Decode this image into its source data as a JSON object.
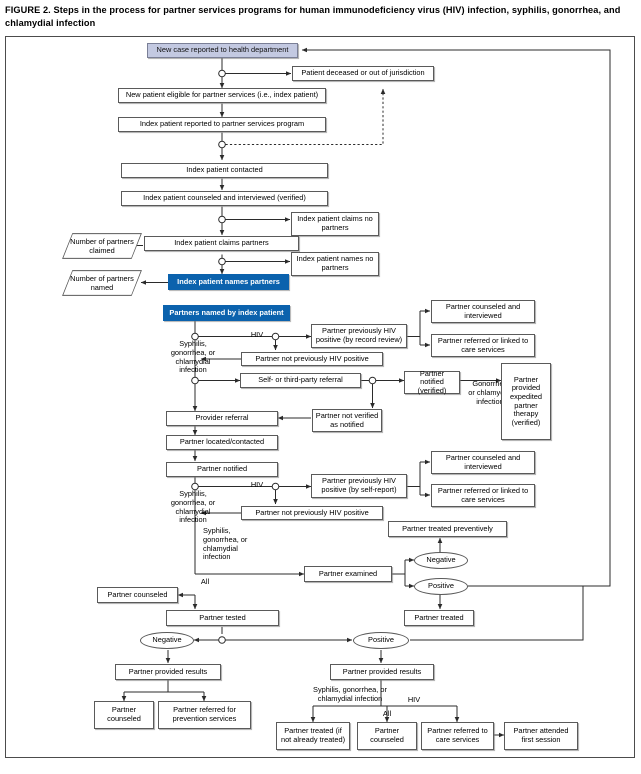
{
  "figure": {
    "title": "FIGURE 2. Steps in the process for partner services programs for human immunodeficiency virus (HIV) infection, syphilis, gonorrhea, and chlamydial infection"
  },
  "colors": {
    "accent_blue": "#0b62ad",
    "light_blue": "#c3c9e1",
    "box_border": "#5a5a5a",
    "frame_border": "#4c4c4c"
  },
  "chart_data": {
    "type": "diagram",
    "title": "Steps in the process for partner services programs for HIV infection, syphilis, gonorrhea, and chlamydial infection",
    "nodes": [
      {
        "id": "n1",
        "label": "New case reported to health department",
        "shape": "process",
        "style": "lightblue"
      },
      {
        "id": "n2",
        "label": "Patient deceased or out of jurisdiction",
        "shape": "process",
        "style": "plain"
      },
      {
        "id": "n3",
        "label": "New patient eligible for partner services (i.e., index patient)",
        "shape": "process",
        "style": "plain"
      },
      {
        "id": "n4",
        "label": "Index patient reported to partner services program",
        "shape": "process",
        "style": "plain"
      },
      {
        "id": "n5",
        "label": "Index patient contacted",
        "shape": "process",
        "style": "plain"
      },
      {
        "id": "n6",
        "label": "Index patient counseled and interviewed (verified)",
        "shape": "process",
        "style": "plain"
      },
      {
        "id": "n7",
        "label": "Index patient claims\nno partners",
        "shape": "process",
        "style": "plain"
      },
      {
        "id": "n8",
        "label": "Index patient claims partners",
        "shape": "process",
        "style": "plain"
      },
      {
        "id": "n9",
        "label": "Number of\npartners claimed",
        "shape": "data",
        "style": "plain"
      },
      {
        "id": "n10",
        "label": "Index patient names\nno partners",
        "shape": "process",
        "style": "plain"
      },
      {
        "id": "n11",
        "label": "Index patient names partners",
        "shape": "process",
        "style": "blue"
      },
      {
        "id": "n12",
        "label": "Number of\npartners named",
        "shape": "data",
        "style": "plain"
      },
      {
        "id": "n13",
        "label": "Partners named by index patient",
        "shape": "process",
        "style": "blue"
      },
      {
        "id": "n14",
        "label": "Partner previously HIV\npositive (by record review)",
        "shape": "process",
        "style": "plain"
      },
      {
        "id": "n15",
        "label": "Partner counseled and\ninterviewed",
        "shape": "process",
        "style": "plain"
      },
      {
        "id": "n16",
        "label": "Partner referred or\nlinked to care services",
        "shape": "process",
        "style": "plain"
      },
      {
        "id": "n17",
        "label": "Partner not previously HIV positive",
        "shape": "process",
        "style": "plain"
      },
      {
        "id": "n18",
        "label": "Self- or third-party referral",
        "shape": "process",
        "style": "plain"
      },
      {
        "id": "n19",
        "label": "Partner notified\n(verified)",
        "shape": "process",
        "style": "plain"
      },
      {
        "id": "n20",
        "label": "Partner\nprovided\nexpedited\npartner\ntherapy\n(verified)",
        "shape": "process",
        "style": "plain"
      },
      {
        "id": "n21",
        "label": "Partner not verified\nas notified",
        "shape": "process",
        "style": "plain"
      },
      {
        "id": "n22",
        "label": "Provider referral",
        "shape": "process",
        "style": "plain"
      },
      {
        "id": "n23",
        "label": "Partner located/contacted",
        "shape": "process",
        "style": "plain"
      },
      {
        "id": "n24",
        "label": "Partner notified",
        "shape": "process",
        "style": "plain"
      },
      {
        "id": "n25",
        "label": "Partner previously HIV\npositive (by self-report)",
        "shape": "process",
        "style": "plain"
      },
      {
        "id": "n26",
        "label": "Partner counseled and\ninterviewed",
        "shape": "process",
        "style": "plain"
      },
      {
        "id": "n27",
        "label": "Partner referred or\nlinked to care services",
        "shape": "process",
        "style": "plain"
      },
      {
        "id": "n28",
        "label": "Partner not previously HIV positive",
        "shape": "process",
        "style": "plain"
      },
      {
        "id": "n29",
        "label": "Partner treated preventively",
        "shape": "process",
        "style": "plain"
      },
      {
        "id": "n30",
        "label": "Negative",
        "shape": "ellipse",
        "style": "plain"
      },
      {
        "id": "n31",
        "label": "Partner examined",
        "shape": "process",
        "style": "plain"
      },
      {
        "id": "n32",
        "label": "Positive",
        "shape": "ellipse",
        "style": "plain"
      },
      {
        "id": "n33",
        "label": "Partner treated",
        "shape": "process",
        "style": "plain"
      },
      {
        "id": "n34",
        "label": "Partner counseled",
        "shape": "process",
        "style": "plain"
      },
      {
        "id": "n35",
        "label": "Partner tested",
        "shape": "process",
        "style": "plain"
      },
      {
        "id": "n36",
        "label": "Negative",
        "shape": "ellipse",
        "style": "plain"
      },
      {
        "id": "n37",
        "label": "Positive",
        "shape": "ellipse",
        "style": "plain"
      },
      {
        "id": "n38",
        "label": "Partner provided results",
        "shape": "process",
        "style": "plain"
      },
      {
        "id": "n39",
        "label": "Partner provided results",
        "shape": "process",
        "style": "plain"
      },
      {
        "id": "n40",
        "label": "Partner\ncounseled",
        "shape": "process",
        "style": "plain"
      },
      {
        "id": "n41",
        "label": "Partner referred for\nprevention services",
        "shape": "process",
        "style": "plain"
      },
      {
        "id": "n42",
        "label": "Partner treated (if\nnot already treated)",
        "shape": "process",
        "style": "plain"
      },
      {
        "id": "n43",
        "label": "Partner\ncounseled",
        "shape": "process",
        "style": "plain"
      },
      {
        "id": "n44",
        "label": "Partner referred\nto care services",
        "shape": "process",
        "style": "plain"
      },
      {
        "id": "n45",
        "label": "Partner attended\nfirst session",
        "shape": "process",
        "style": "plain"
      }
    ],
    "edge_labels": [
      {
        "id": "e1",
        "text": "HIV"
      },
      {
        "id": "e2",
        "text": "Syphilis,\ngonorrhea, or\nchlamydial\ninfection"
      },
      {
        "id": "e3",
        "text": "Gonorrhea\nor chlamydial\ninfection"
      },
      {
        "id": "e4",
        "text": "HIV"
      },
      {
        "id": "e5",
        "text": "Syphilis,\ngonorrhea, or\nchlamydial\ninfection"
      },
      {
        "id": "e6",
        "text": "Syphilis,\ngonorrhea, or\nchlamydial\ninfection"
      },
      {
        "id": "e7",
        "text": "All"
      },
      {
        "id": "e8",
        "text": "Syphilis, gonorrhea, or\nchlamydial infection"
      },
      {
        "id": "e9",
        "text": "HIV"
      },
      {
        "id": "e10",
        "text": "All"
      }
    ]
  },
  "nodes": {
    "n1": "New case reported to health department",
    "n2": "Patient deceased or out of jurisdiction",
    "n3": "New patient eligible for partner services (i.e., index patient)",
    "n4": "Index patient reported to partner services program",
    "n5": "Index patient contacted",
    "n6": "Index patient counseled and interviewed (verified)",
    "n7": "Index patient claims no partners",
    "n8": "Index patient claims partners",
    "n9": "Number of partners claimed",
    "n10": "Index patient names no partners",
    "n11": "Index patient names partners",
    "n12": "Number of partners named",
    "n13": "Partners named by index patient",
    "n14": "Partner previously HIV positive (by record review)",
    "n15": "Partner counseled and interviewed",
    "n16": "Partner referred or linked to care services",
    "n17": "Partner not previously HIV positive",
    "n18": "Self- or third-party referral",
    "n19": "Partner notified (verified)",
    "n20": "Partner provided expedited partner therapy (verified)",
    "n21": "Partner not verified as notified",
    "n22": "Provider referral",
    "n23": "Partner located/contacted",
    "n24": "Partner notified",
    "n25": "Partner previously HIV positive (by self-report)",
    "n26": "Partner counseled and interviewed",
    "n27": "Partner referred or linked to care services",
    "n28": "Partner not previously HIV positive",
    "n29": "Partner treated preventively",
    "n30": "Negative",
    "n31": "Partner examined",
    "n32": "Positive",
    "n33": "Partner treated",
    "n34": "Partner counseled",
    "n35": "Partner tested",
    "n36": "Negative",
    "n37": "Positive",
    "n38": "Partner provided results",
    "n39": "Partner provided results",
    "n40": "Partner counseled",
    "n41": "Partner referred for prevention services",
    "n42": "Partner treated (if not already treated)",
    "n43": "Partner counseled",
    "n44": "Partner referred to care services",
    "n45": "Partner attended first session"
  },
  "labels": {
    "e1": "HIV",
    "e2": "Syphilis,\ngonorrhea, or\nchlamydial\ninfection",
    "e3": "Gonorrhea\nor chlamydial\ninfection",
    "e4": "HIV",
    "e5": "Syphilis,\ngonorrhea, or\nchlamydial\ninfection",
    "e6": "Syphilis,\ngonorrhea, or\nchlamydial\ninfection",
    "e7": "All",
    "e8": "Syphilis, gonorrhea, or\nchlamydial infection",
    "e9": "HIV",
    "e10": "All"
  }
}
